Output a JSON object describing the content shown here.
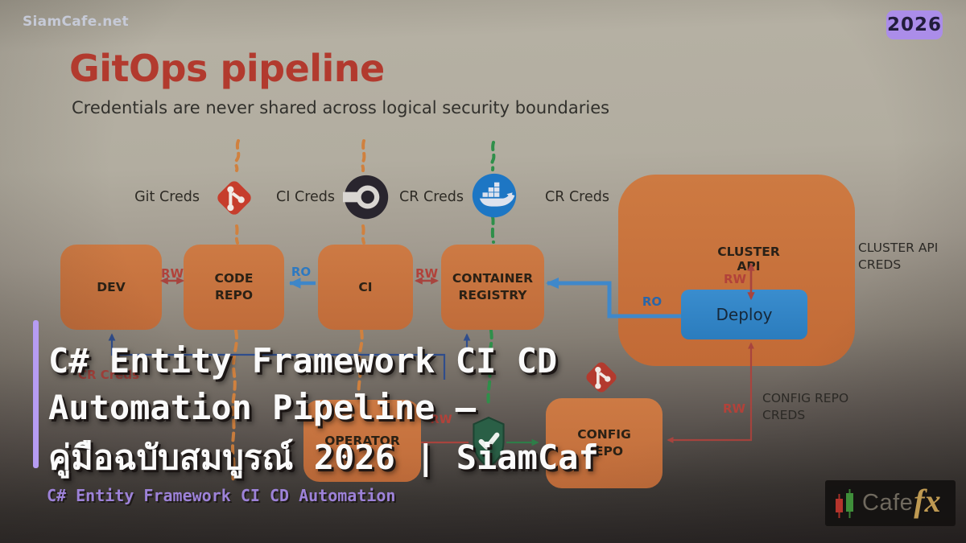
{
  "watermark": "SiamCafe.net",
  "badge": {
    "year": "2026"
  },
  "header": {
    "title": "GitOps pipeline",
    "subtitle": "Credentials are never shared across logical security boundaries"
  },
  "diagram": {
    "cred_labels": {
      "git": "Git Creds",
      "ci": "CI Creds",
      "cr1": "CR Creds",
      "cr2": "CR Creds"
    },
    "nodes": {
      "dev": "DEV",
      "code_repo": "CODE REPO",
      "ci": "CI",
      "container_registry": "CONTAINER REGISTRY",
      "cluster_api": "CLUSTER API",
      "deploy": "Deploy",
      "operator": "OPERATOR",
      "config_repo": "CONFIG REPO"
    },
    "edge_labels": {
      "rw_dev_repo": "RW",
      "ro_repo_ci": "RO",
      "rw_ci_registry": "RW",
      "ro_registry_pull": "RO",
      "rw_cluster_api": "RW",
      "rw_deploy_config": "RW",
      "rw_operator": "RW"
    },
    "side_labels": {
      "cluster_api_creds": "CLUSTER API CREDS",
      "config_repo_creds": "CONFIG REPO CREDS",
      "cr_creds_dev": "CR Creds"
    },
    "colors": {
      "node_orange": "#c97540",
      "deploy_blue": "#2e85c8",
      "arrow_red": "#b2423a",
      "arrow_blue": "#3e86c8",
      "arrow_navy": "#2f4d8c",
      "boundary_orange": "#d0813f",
      "boundary_green": "#2f8f4a",
      "accent_purple": "#b69cf2",
      "badge_purple": "#ab8de9",
      "title_red": "#b23a2e",
      "logo_gold": "#bf9a52"
    }
  },
  "overlay": {
    "line1": "C# Entity Framework CI CD",
    "line2": "Automation Pipeline —",
    "line3": "คู่มือฉบับสมบูรณ์ 2026 | SiamCaf",
    "caption": "C# Entity Framework CI CD Automation"
  },
  "logo": {
    "cafe": "Cafe",
    "fx": "fx"
  }
}
